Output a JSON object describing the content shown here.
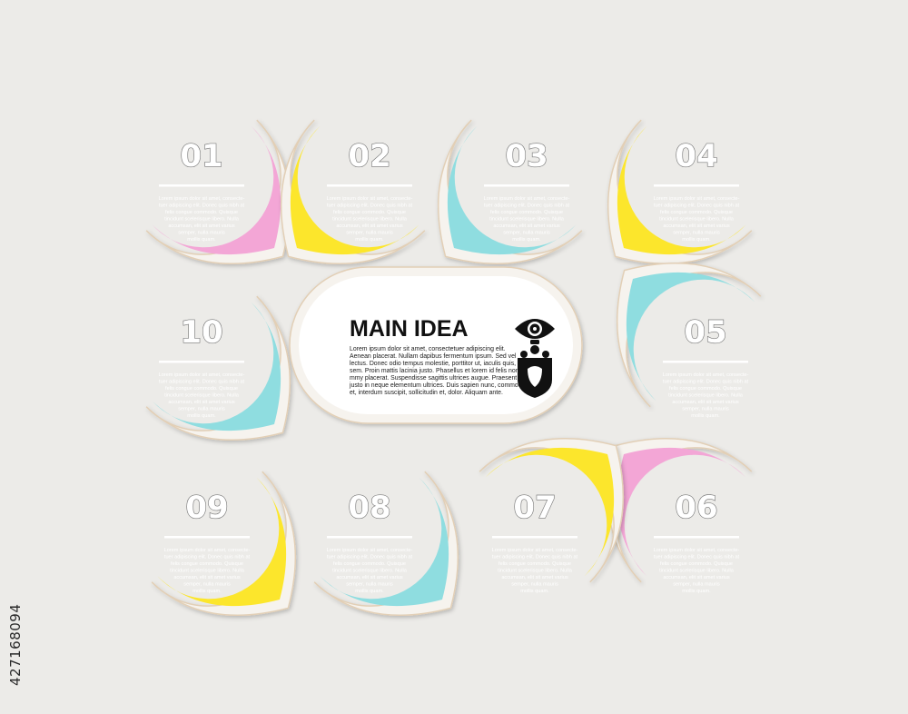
{
  "main": {
    "title": "MAIN IDEA",
    "lines": [
      "Lorem ipsum dolor sit amet, consectetuer adipiscing elit.",
      "Aenean placerat. Nullam dapibus fermentum ipsum. Sed vel",
      "lectus. Donec odio tempus molestie, porttitor ut, iaculis quis,",
      "sem. Proin mattis lacinia justo. Phasellus et lorem id felis nonu-",
      "mmy placerat. Suspendisse sagittis ultrices augue. Praesent id",
      "justo in neque elementum ultrices. Duis sapien nunc, commodo",
      "et, interdum suscipit, sollicitudin et, dolor. Aliquam ante."
    ],
    "icon": "eye-head-icon"
  },
  "body_lines": [
    "Lorem ipsum dolor sit amet, consecte-",
    "tuer adipiscing elit. Donec quis nibh at",
    "felis congue commodo. Quisque",
    "tincidunt scelerisque libero. Nulla",
    "accumsan, elit sit amet varius",
    "semper, nulla mauris",
    "mollis quam."
  ],
  "steps": [
    {
      "number": "01",
      "color": "#f3a6d6"
    },
    {
      "number": "02",
      "color": "#fce62c"
    },
    {
      "number": "03",
      "color": "#8fdde0"
    },
    {
      "number": "04",
      "color": "#fce62c"
    },
    {
      "number": "05",
      "color": "#8fdde0"
    },
    {
      "number": "06",
      "color": "#f3a6d6"
    },
    {
      "number": "07",
      "color": "#fce62c"
    },
    {
      "number": "08",
      "color": "#8fdde0"
    },
    {
      "number": "09",
      "color": "#fce62c"
    },
    {
      "number": "10",
      "color": "#8fdde0"
    }
  ],
  "watermark_id": "427168094"
}
